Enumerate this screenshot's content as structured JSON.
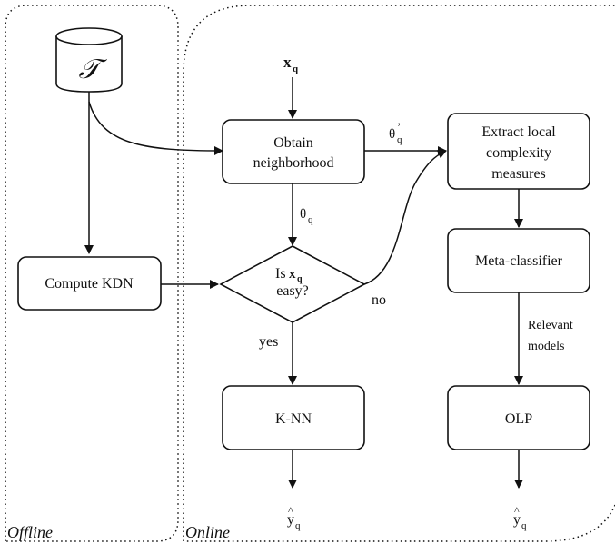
{
  "regions": {
    "offline": "Offline",
    "online": "Online"
  },
  "nodes": {
    "dataset_symbol": "𝒯",
    "obtain_line1": "Obtain",
    "obtain_line2": "neighborhood",
    "extract_line1": "Extract local",
    "extract_line2": "complexity",
    "extract_line3": "measures",
    "compute_kdn": "Compute KDN",
    "decision_line1_prefix": "Is",
    "decision_line2": "easy?",
    "meta_classifier": "Meta-classifier",
    "knn": "K-NN",
    "olp": "OLP"
  },
  "edges": {
    "input_x": "x",
    "input_x_sub": "q",
    "theta_prime": "θ",
    "theta_prime_mark": "’",
    "theta_sub": "q",
    "theta": "θ",
    "no": "no",
    "yes": "yes",
    "relevant_line1": "Relevant",
    "relevant_line2": "models",
    "output_y": "y",
    "output_hat": "^",
    "output_sub": "q"
  },
  "colors": {
    "stroke": "#111111",
    "background": "#ffffff"
  }
}
